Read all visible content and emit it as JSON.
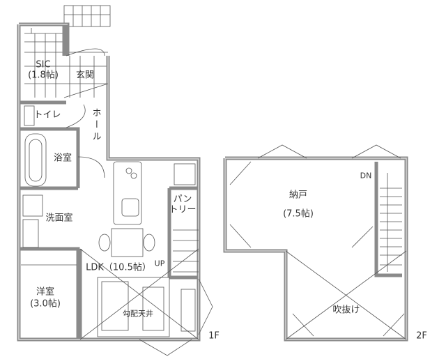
{
  "floor1": {
    "label": "1F",
    "rooms": {
      "sic": "SIC",
      "sic_size": "(1.8帖)",
      "entrance": "玄関",
      "toilet": "トイレ",
      "hall": "ホール",
      "bath": "浴室",
      "washroom": "洗面室",
      "ldk": "LDK（10.5帖）",
      "up": "UP",
      "pantry_1": "パン",
      "pantry_2": "トリー",
      "western": "洋室",
      "western_size": "(3.0帖)",
      "sloped_ceiling": "勾配天井"
    }
  },
  "floor2": {
    "label": "2F",
    "rooms": {
      "storage": "納戸",
      "storage_size": "(7.5帖)",
      "dn": "DN",
      "void": "吹抜け"
    }
  }
}
